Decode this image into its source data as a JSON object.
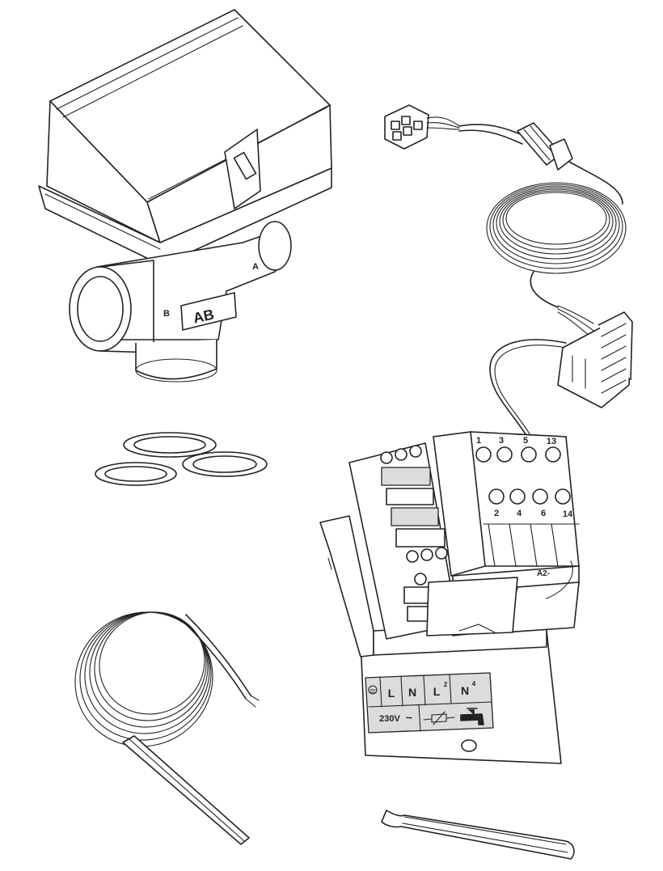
{
  "valve": {
    "label_ab": "AB",
    "label_a": "A",
    "label_b": "B"
  },
  "relay_block": {
    "top_terminals": [
      "1",
      "3",
      "5",
      "13"
    ],
    "bottom_terminals": [
      "2",
      "4",
      "6",
      "14"
    ],
    "coil_terminal": "A2-"
  },
  "terminal_panel": {
    "row1": [
      "L",
      "N",
      "L",
      "N"
    ],
    "row1_superscripts": [
      "",
      "",
      "2",
      "4"
    ],
    "voltage": "230V",
    "ac_symbol": "~"
  },
  "colors": {
    "line": "#222222",
    "label_fill": "#dcdcdc",
    "background": "#ffffff"
  }
}
